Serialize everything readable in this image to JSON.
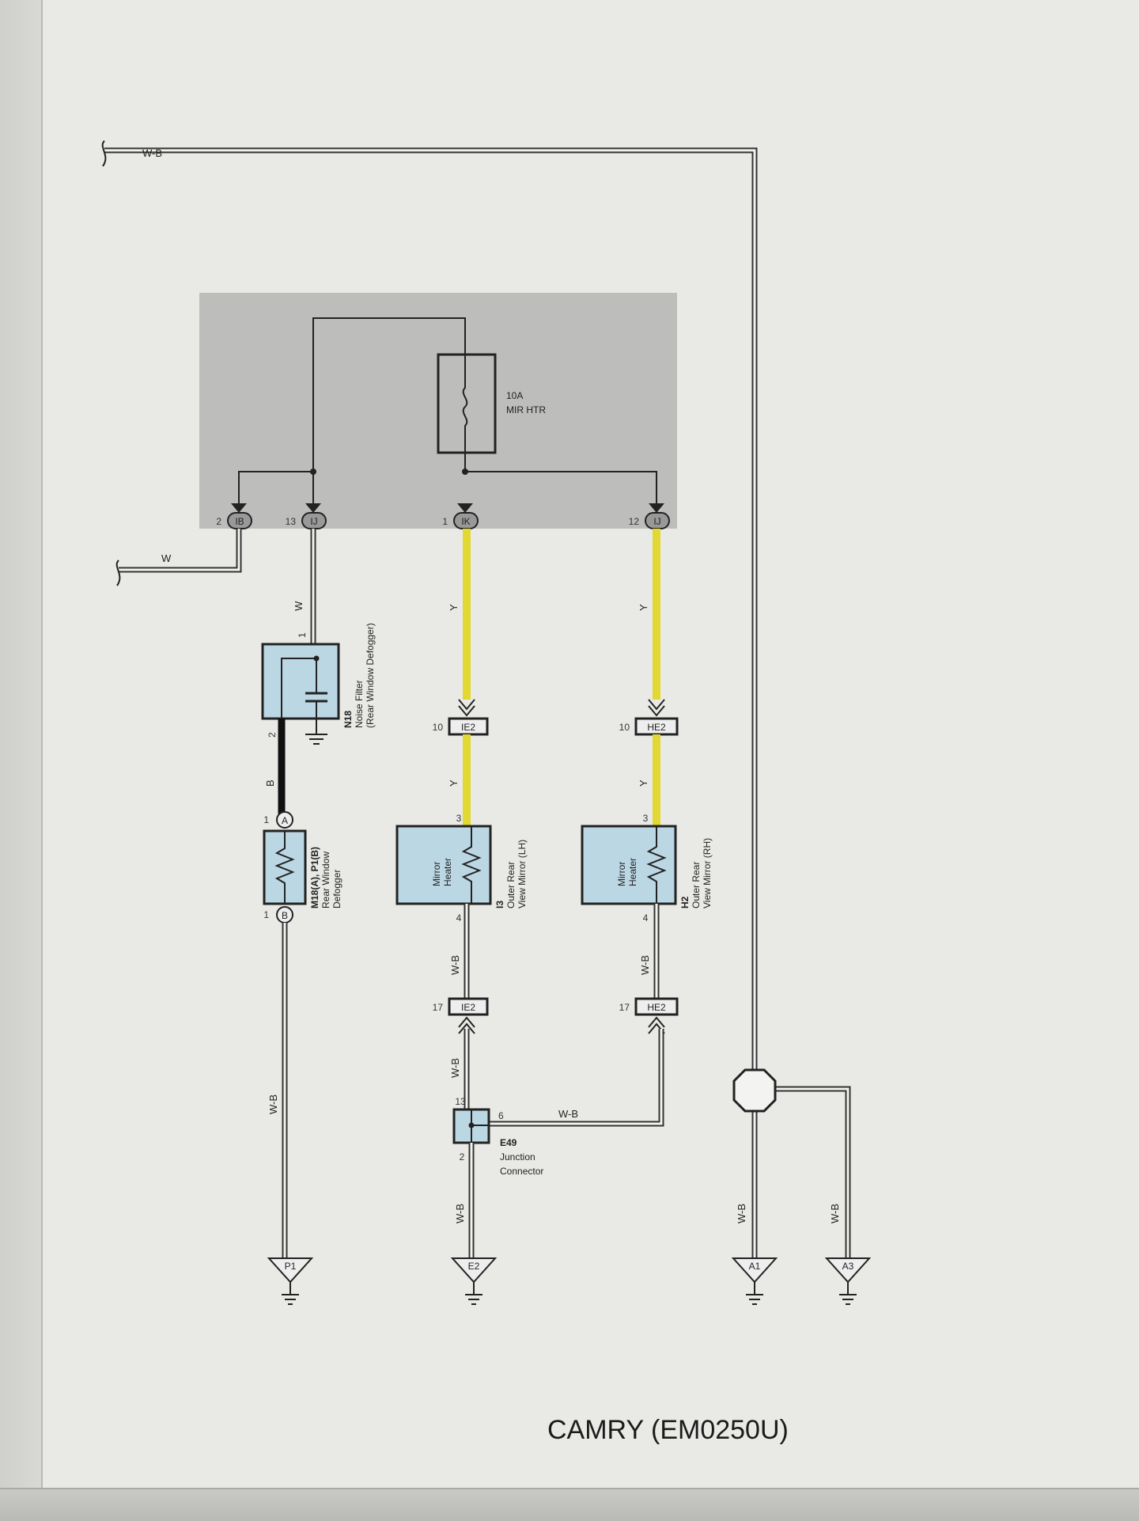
{
  "fuse": {
    "rating": "10A",
    "name": "MIR HTR"
  },
  "connectors": {
    "ib": {
      "pin": "2",
      "code": "IB"
    },
    "ij_left": {
      "pin": "13",
      "code": "IJ"
    },
    "ik": {
      "pin": "1",
      "code": "IK"
    },
    "ij_right": {
      "pin": "12",
      "code": "IJ"
    },
    "ie2_top": {
      "pin": "10",
      "code": "IE2"
    },
    "he2_top": {
      "pin": "10",
      "code": "HE2"
    },
    "ie2_bottom": {
      "pin": "17",
      "code": "IE2"
    },
    "he2_bottom": {
      "pin": "17",
      "code": "HE2"
    }
  },
  "wires": {
    "top_lead": "W-B",
    "left_lead": "W",
    "filter_in": "W",
    "defogger_feed": "B",
    "mirror_lh_feed": "Y",
    "mirror_lh_lower": "Y",
    "mirror_rh_feed": "Y",
    "mirror_rh_lower": "Y",
    "defogger_ground": "W-B",
    "mirror_lh_out": "W-B",
    "mirror_rh_out": "W-B",
    "junction_in": "W-B",
    "junction_link": "W-B",
    "junction_out": "W-B",
    "a1_wire": "W-B",
    "a3_wire": "W-B"
  },
  "components": {
    "noise_filter": {
      "id": "N18",
      "name": "Noise Filter",
      "sub": "(Rear Window Defogger)",
      "pin_in": "1",
      "pin_out": "2"
    },
    "defogger": {
      "id": "M18(A), P1(B)",
      "name": "Rear Window",
      "sub": "Defogger",
      "pin_a": "1",
      "conn_a": "A",
      "pin_b": "1",
      "conn_b": "B"
    },
    "mirror_lh": {
      "label_1": "Mirror",
      "label_2": "Heater",
      "id": "I3",
      "name": "Outer Rear",
      "sub": "View Mirror (LH)",
      "pin_in": "3",
      "pin_out": "4"
    },
    "mirror_rh": {
      "label_1": "Mirror",
      "label_2": "Heater",
      "id": "H2",
      "name": "Outer Rear",
      "sub": "View Mirror (RH)",
      "pin_in": "3",
      "pin_out": "4"
    },
    "junction": {
      "id": "E49",
      "name": "Junction",
      "sub": "Connector",
      "pin_top": "13",
      "pin_right": "6",
      "pin_bottom": "2"
    }
  },
  "grounds": {
    "p1": "P1",
    "e2": "E2",
    "a1": "A1",
    "a3": "A3"
  },
  "caption": "CAMRY (EM0250U)",
  "colors": {
    "yellow_wire": "#e2d833",
    "panel_gray": "#bdbdbb",
    "component_blue": "#bcd7e4",
    "wire_dark": "#222222"
  }
}
